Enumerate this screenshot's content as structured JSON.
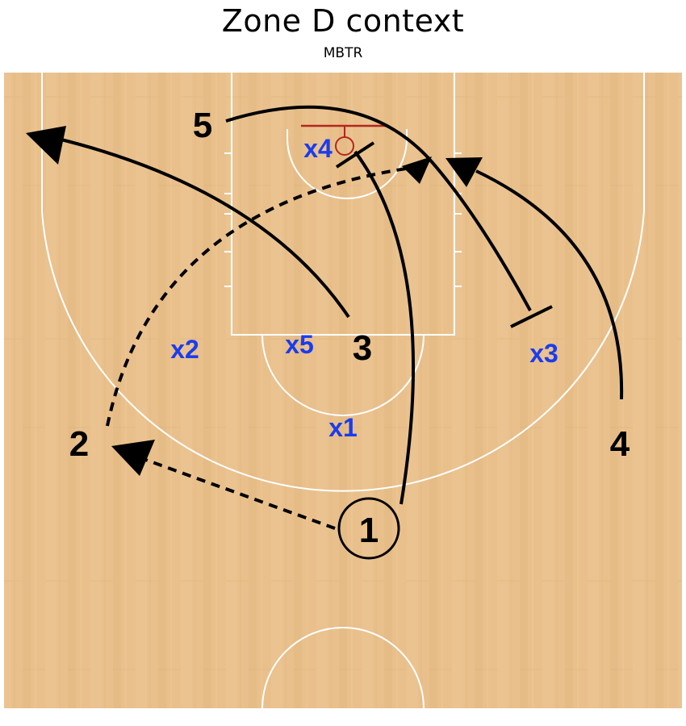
{
  "header": {
    "title": "Zone D context",
    "subtitle": "MBTR"
  },
  "colors": {
    "floor": "#e9c08c",
    "lines": "#ffffff",
    "offense": "#000000",
    "defense": "#1a3cf0",
    "rim": "#c0392b"
  },
  "offense": {
    "p1": "1",
    "p2": "2",
    "p3": "3",
    "p4": "4",
    "p5": "5"
  },
  "defense": {
    "x1": "x1",
    "x2": "x2",
    "x3": "x3",
    "x4": "x4",
    "x5": "x5"
  }
}
